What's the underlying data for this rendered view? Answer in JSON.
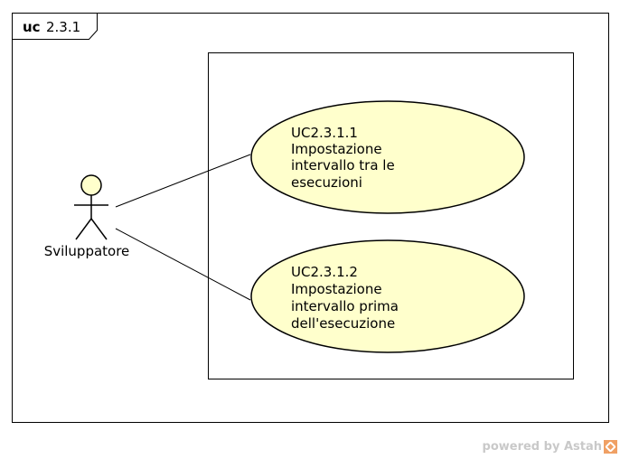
{
  "frame": {
    "keyword": "uc",
    "name": "2.3.1"
  },
  "actor": {
    "name": "Sviluppatore",
    "icon": "stick-figure-actor-icon"
  },
  "use_cases": [
    {
      "id": "UC2.3.1.1",
      "lines": [
        "UC2.3.1.1",
        "Impostazione",
        "intervallo tra le",
        "esecuzioni"
      ]
    },
    {
      "id": "UC2.3.1.2",
      "lines": [
        "UC2.3.1.2",
        "Impostazione",
        "intervallo prima",
        "dell'esecuzione"
      ]
    }
  ],
  "colors": {
    "use_case_fill": "#ffffcc",
    "actor_head_fill": "#ffffcc",
    "stroke": "#000000",
    "watermark": "#c9c9c9",
    "logo": "#f0a064"
  },
  "watermark": {
    "text": "powered by Astah",
    "icon": "astah-logo-icon"
  }
}
